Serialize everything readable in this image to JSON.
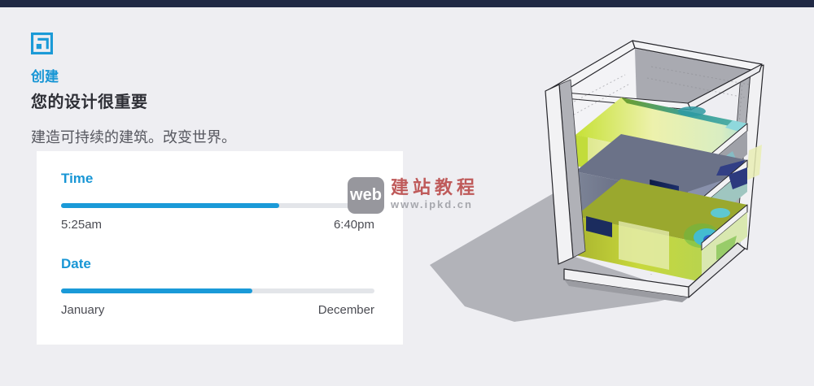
{
  "page": {
    "background": "#eeeef2",
    "topbar_color": "#202945"
  },
  "header": {
    "eyebrow": "创建",
    "title": "您的设计很重要",
    "subtitle": "建造可持续的建筑。改变世界。",
    "accent_color": "#1896d5",
    "icon": "nested-squares-icon"
  },
  "panel": {
    "accent_color": "#1a9ad8",
    "track_color": "#e3e5e9",
    "sliders": [
      {
        "label": "Time",
        "start_label": "5:25am",
        "end_label": "6:40pm",
        "value_pct": 69.5
      },
      {
        "label": "Date",
        "start_label": "January",
        "end_label": "December",
        "value_pct": 61
      }
    ]
  },
  "watermark": {
    "badge_text": "web",
    "site_name": "建站教程",
    "site_url": "www.ipkd.cn",
    "badge_color": "#97979d",
    "site_name_color": "#bf5a5a",
    "url_color": "#a6a7ad"
  },
  "illustration": {
    "description": "cutaway 3-story building model with daylight-analysis heatmap floors and ground shadow",
    "palette": {
      "shadow": "#b2b3b9",
      "wall_white": "#f2f2f4",
      "wall_gray": "#aeafb5",
      "interior_gray": "#a9aab1",
      "bright_yellow_green": "#c6e135",
      "pale_yellow": "#edf1ac",
      "olive": "#6f9e2b",
      "teal": "#2f9aa2",
      "cyan": "#8fd8dc",
      "slate": "#6a7186",
      "navy": "#1a2a5c",
      "blue": "#2f63cc",
      "green": "#4cb057",
      "outline": "#26262b"
    }
  }
}
